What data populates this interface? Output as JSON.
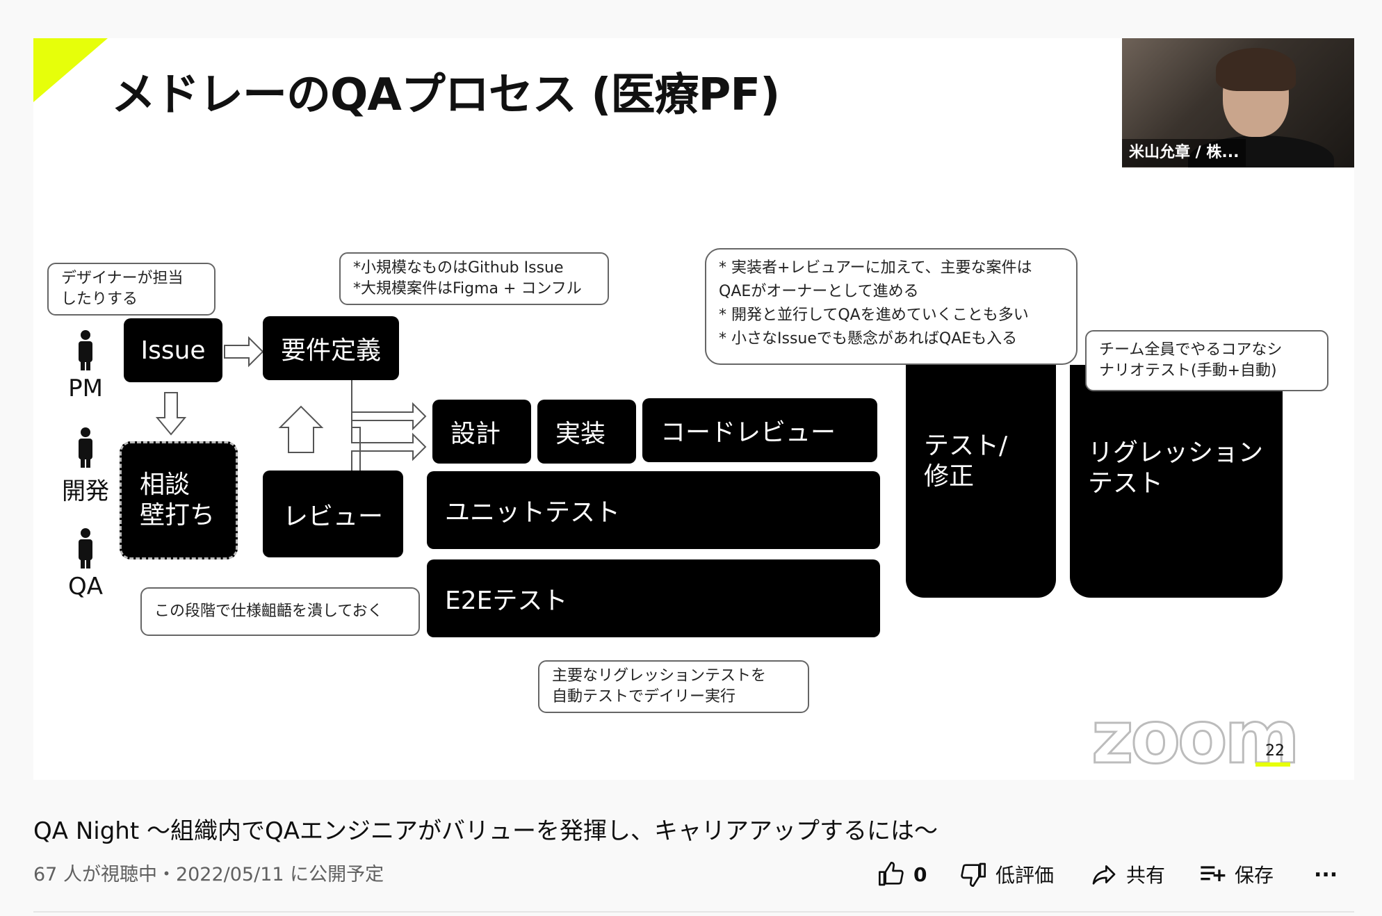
{
  "slide": {
    "title": "メドレーのQAプロセス (医療PF)",
    "webcam_name": "米山允章 / 株...",
    "page_number": "22",
    "watermark": "zoom",
    "roles": [
      "PM",
      "開発",
      "QA"
    ],
    "boxes": {
      "issue": "Issue",
      "requirements": "要件定義",
      "consult_line1": "相談",
      "consult_line2": "壁打ち",
      "review": "レビュー",
      "design": "設計",
      "implement": "実装",
      "code_review": "コードレビュー",
      "unit_test": "ユニットテスト",
      "e2e_test": "E2Eテスト",
      "test_fix_line1": "テスト/",
      "test_fix_line2": "修正",
      "regression_line1": "リグレッション",
      "regression_line2": "テスト"
    },
    "callouts": {
      "designer": [
        "デザイナーが担当",
        "したりする"
      ],
      "scale": [
        "*小規模なものはGithub Issue",
        "*大規模案件はFigma + コンフル"
      ],
      "qae": [
        "* 実装者+レビュアーに加えて、主要な案件は",
        "QAEがオーナーとして進める",
        "* 開発と並行してQAを進めていくことも多い",
        "* 小さなIssueでも懸念があればQAEも入る"
      ],
      "team": [
        "チーム全員でやるコアなシ",
        "ナリオテスト(手動+自動)"
      ],
      "spec": [
        "この段階で仕様齟齬を潰しておく"
      ],
      "daily": [
        "主要なリグレッションテストを",
        "自動テストでデイリー実行"
      ]
    }
  },
  "video": {
    "title": "QA Night 〜組織内でQAエンジニアがバリューを発揮し、キャリアアップするには〜",
    "meta": "67 人が視聴中・2022/05/11 に公開予定",
    "actions": {
      "like_count": "0",
      "dislike_label": "低評価",
      "share_label": "共有",
      "save_label": "保存",
      "more_label": "..."
    }
  }
}
